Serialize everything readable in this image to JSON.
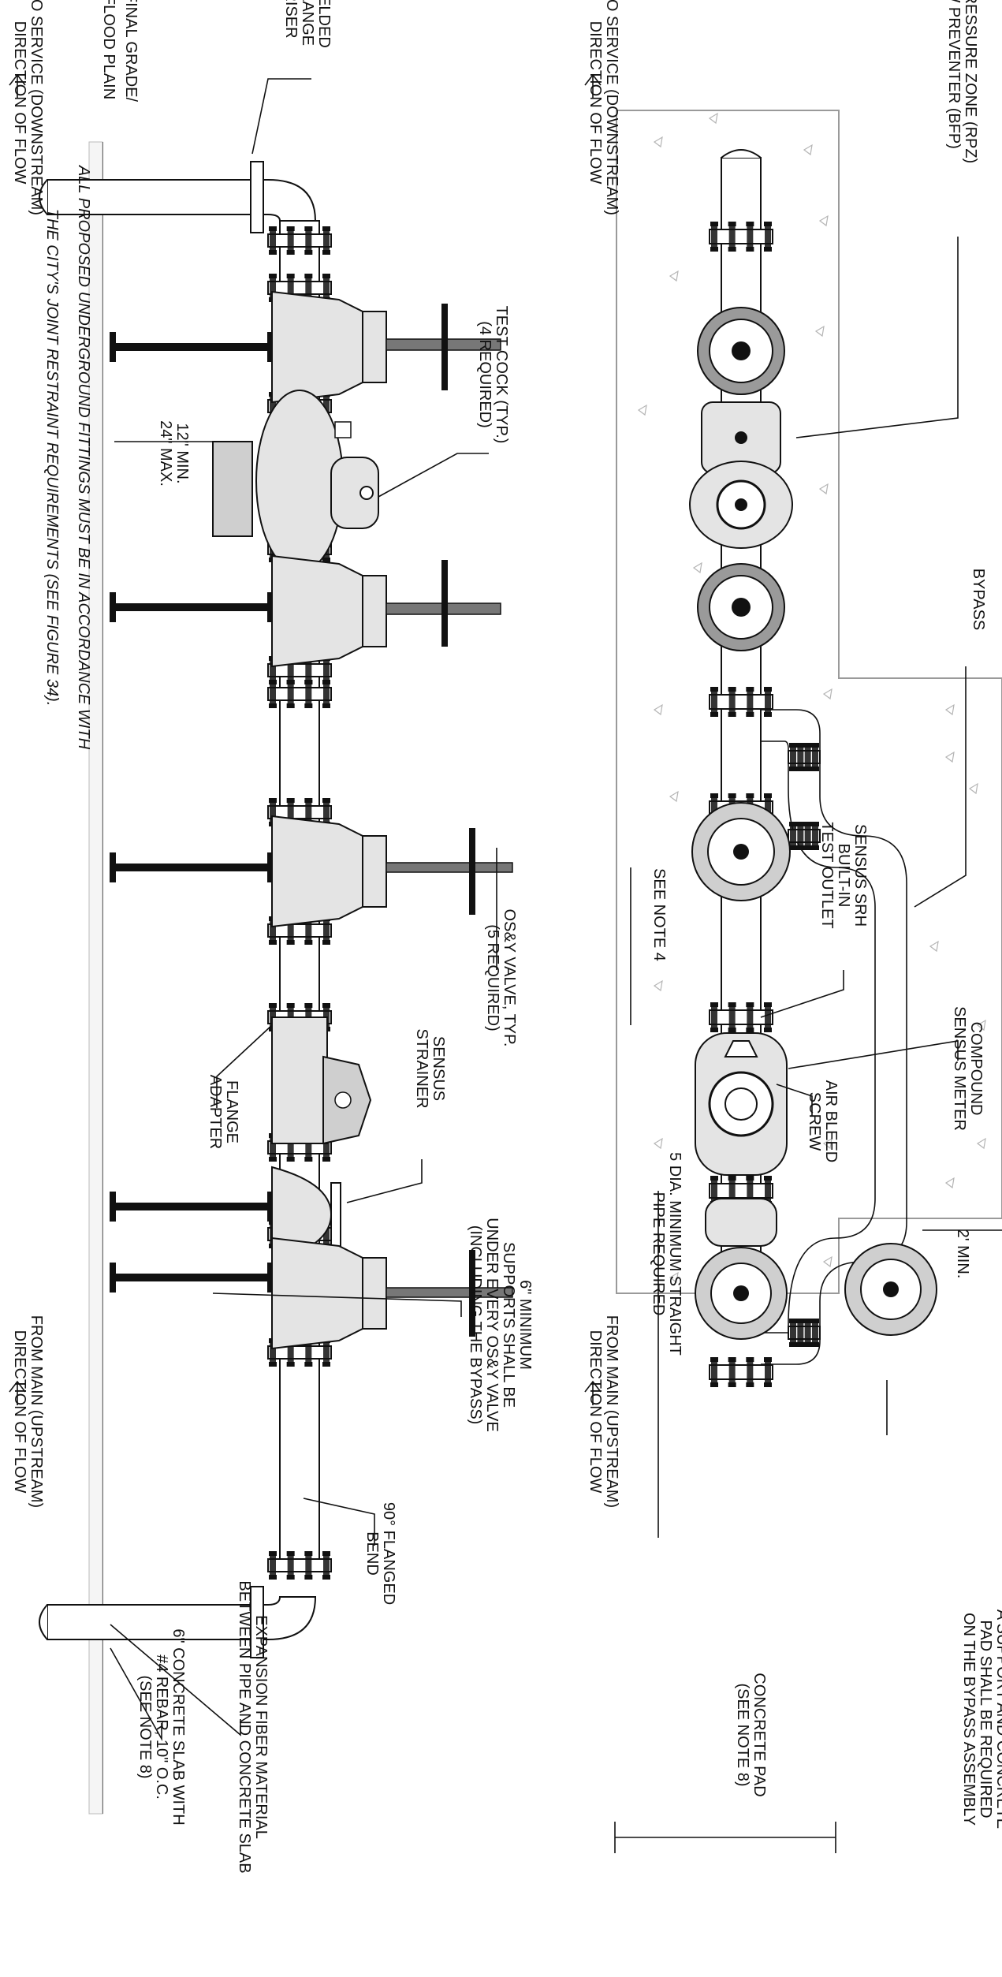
{
  "rotated_view": {
    "labels": {
      "welded_flange_riser": "WELDED\nFLANGE\nRISER",
      "final_grade": "FINAL GRADE/",
      "flood_plain": "FLOOD PLAIN",
      "to_service_left": "TO SERVICE (DOWNSTREAM)\nDIRECTION OF FLOW",
      "to_service_right": "TO SERVICE (DOWNSTREAM)\nDIRECTION OF FLOW",
      "from_main_left": "FROM MAIN (UPSTREAM)\nDIRECTION OF FLOW",
      "from_main_right": "FROM MAIN (UPSTREAM)\nDIRECTION OF FLOW",
      "rpz": "REDUCED PRESSURE ZONE (RPZ)\nBACKFLOW PREVENTER (BFP)",
      "bypass": "BYPASS",
      "test_cock": "TEST COCK (TYP.)\n(4 REQUIRED)",
      "min_max": "12\" MIN.\n24\" MAX.",
      "sensus_srh": "SENSUS SRH\nBUILT-IN\nTEST OUTLET",
      "see_note_4": "SEE NOTE 4",
      "compound_meter": "COMPOUND\nSENSUS METER",
      "air_bleed": "AIR BLEED\nSCREW",
      "osy_valve": "OS&Y VALVE, TYP.\n(5 REQUIRED)",
      "sensus_strainer": "SENSUS\nSTRAINER",
      "flange_adapter": "FLANGE\nADAPTER",
      "five_dia": "5 DIA. MINIMUM STRAIGHT\nPIPE REQUIRED",
      "two_min": "2' MIN.",
      "support_bypass": "A SUPPORT AND CONCRETE\nPAD SHALL BE REQUIRED\nON THE BYPASS ASSEMBLY",
      "concrete_pad": "CONCRETE PAD\n(SEE NOTE 8)",
      "six_in_support": "6\" MINIMUM\nSUPPORTS SHALL BE\nUNDER EVERY OS&Y VALVE\n(INCLUDING THE BYPASS)",
      "flanged_bend": "90° FLANGED\nBEND",
      "expansion_fiber": "EXPANSION FIBER MATERIAL\nBETWEEN PIPE AND CONCRETE SLAB",
      "concrete_slab": "6\" CONCRETE SLAB WITH\n#4 REBAR, 10\" O.C.\n(SEE NOTE 8)",
      "main_note": "ALL PROPOSED UNDERGROUND FITTINGS MUST BE IN ACCORDANCE WITH\nTHE CITY'S JOINT RESTRAINT REQUIREMENTS (SEE FIGURE 34)."
    }
  }
}
